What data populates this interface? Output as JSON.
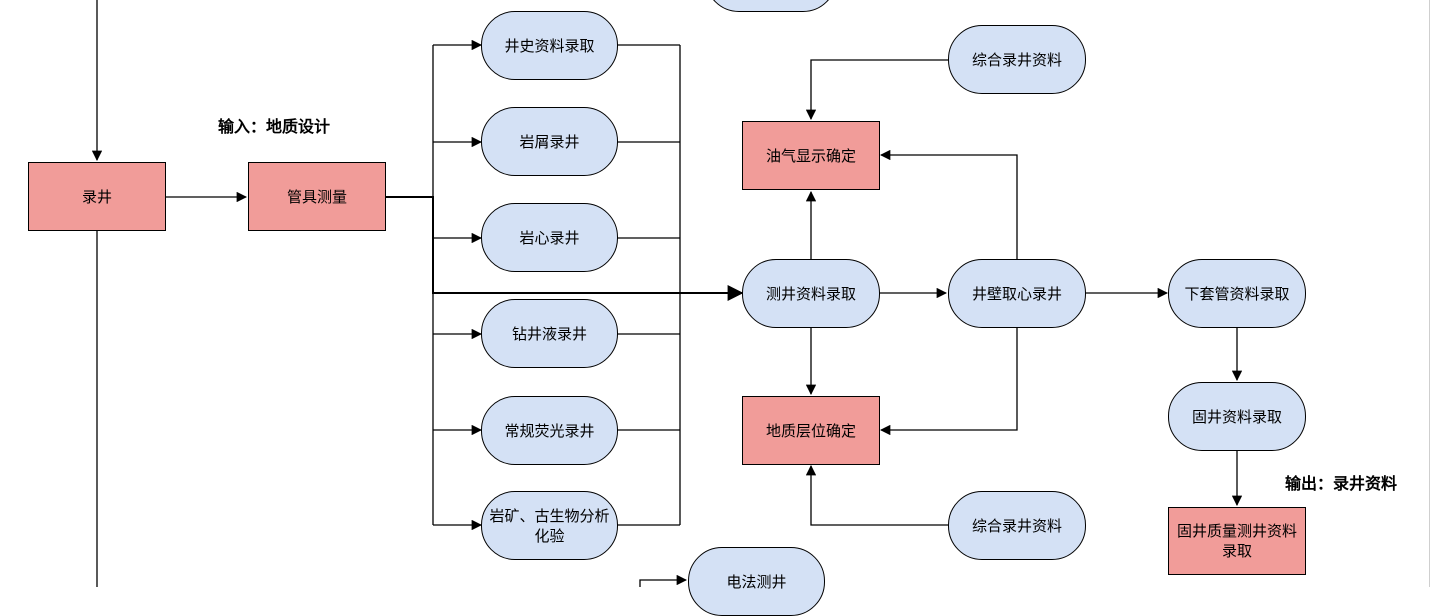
{
  "nodes": {
    "lujing": "录井",
    "guanju": "管具测量",
    "jingshi": "井史资料录取",
    "yanxie": "岩屑录井",
    "yanxin": "岩心录井",
    "zuanjingye": "钻井液录井",
    "yingguang": "常规荧光录井",
    "yankuang": "岩矿、古生物分析化验",
    "cejing": "测井资料录取",
    "youqi": "油气显示确定",
    "dizhi": "地质层位确定",
    "zonghe_top": "综合录井资料",
    "zonghe_bottom": "综合录井资料",
    "jingbi": "井壁取心录井",
    "xiataoguan": "下套管资料录取",
    "gujing": "固井资料录取",
    "gujingzhiliang": "固井质量测井资料录取",
    "dianfa": "电法测井"
  },
  "labels": {
    "input": "输入：地质设计",
    "output": "输出：录井资料"
  },
  "colors": {
    "process_fill": "#f19c99",
    "step_fill": "#d4e1f5",
    "stroke": "#000000"
  }
}
